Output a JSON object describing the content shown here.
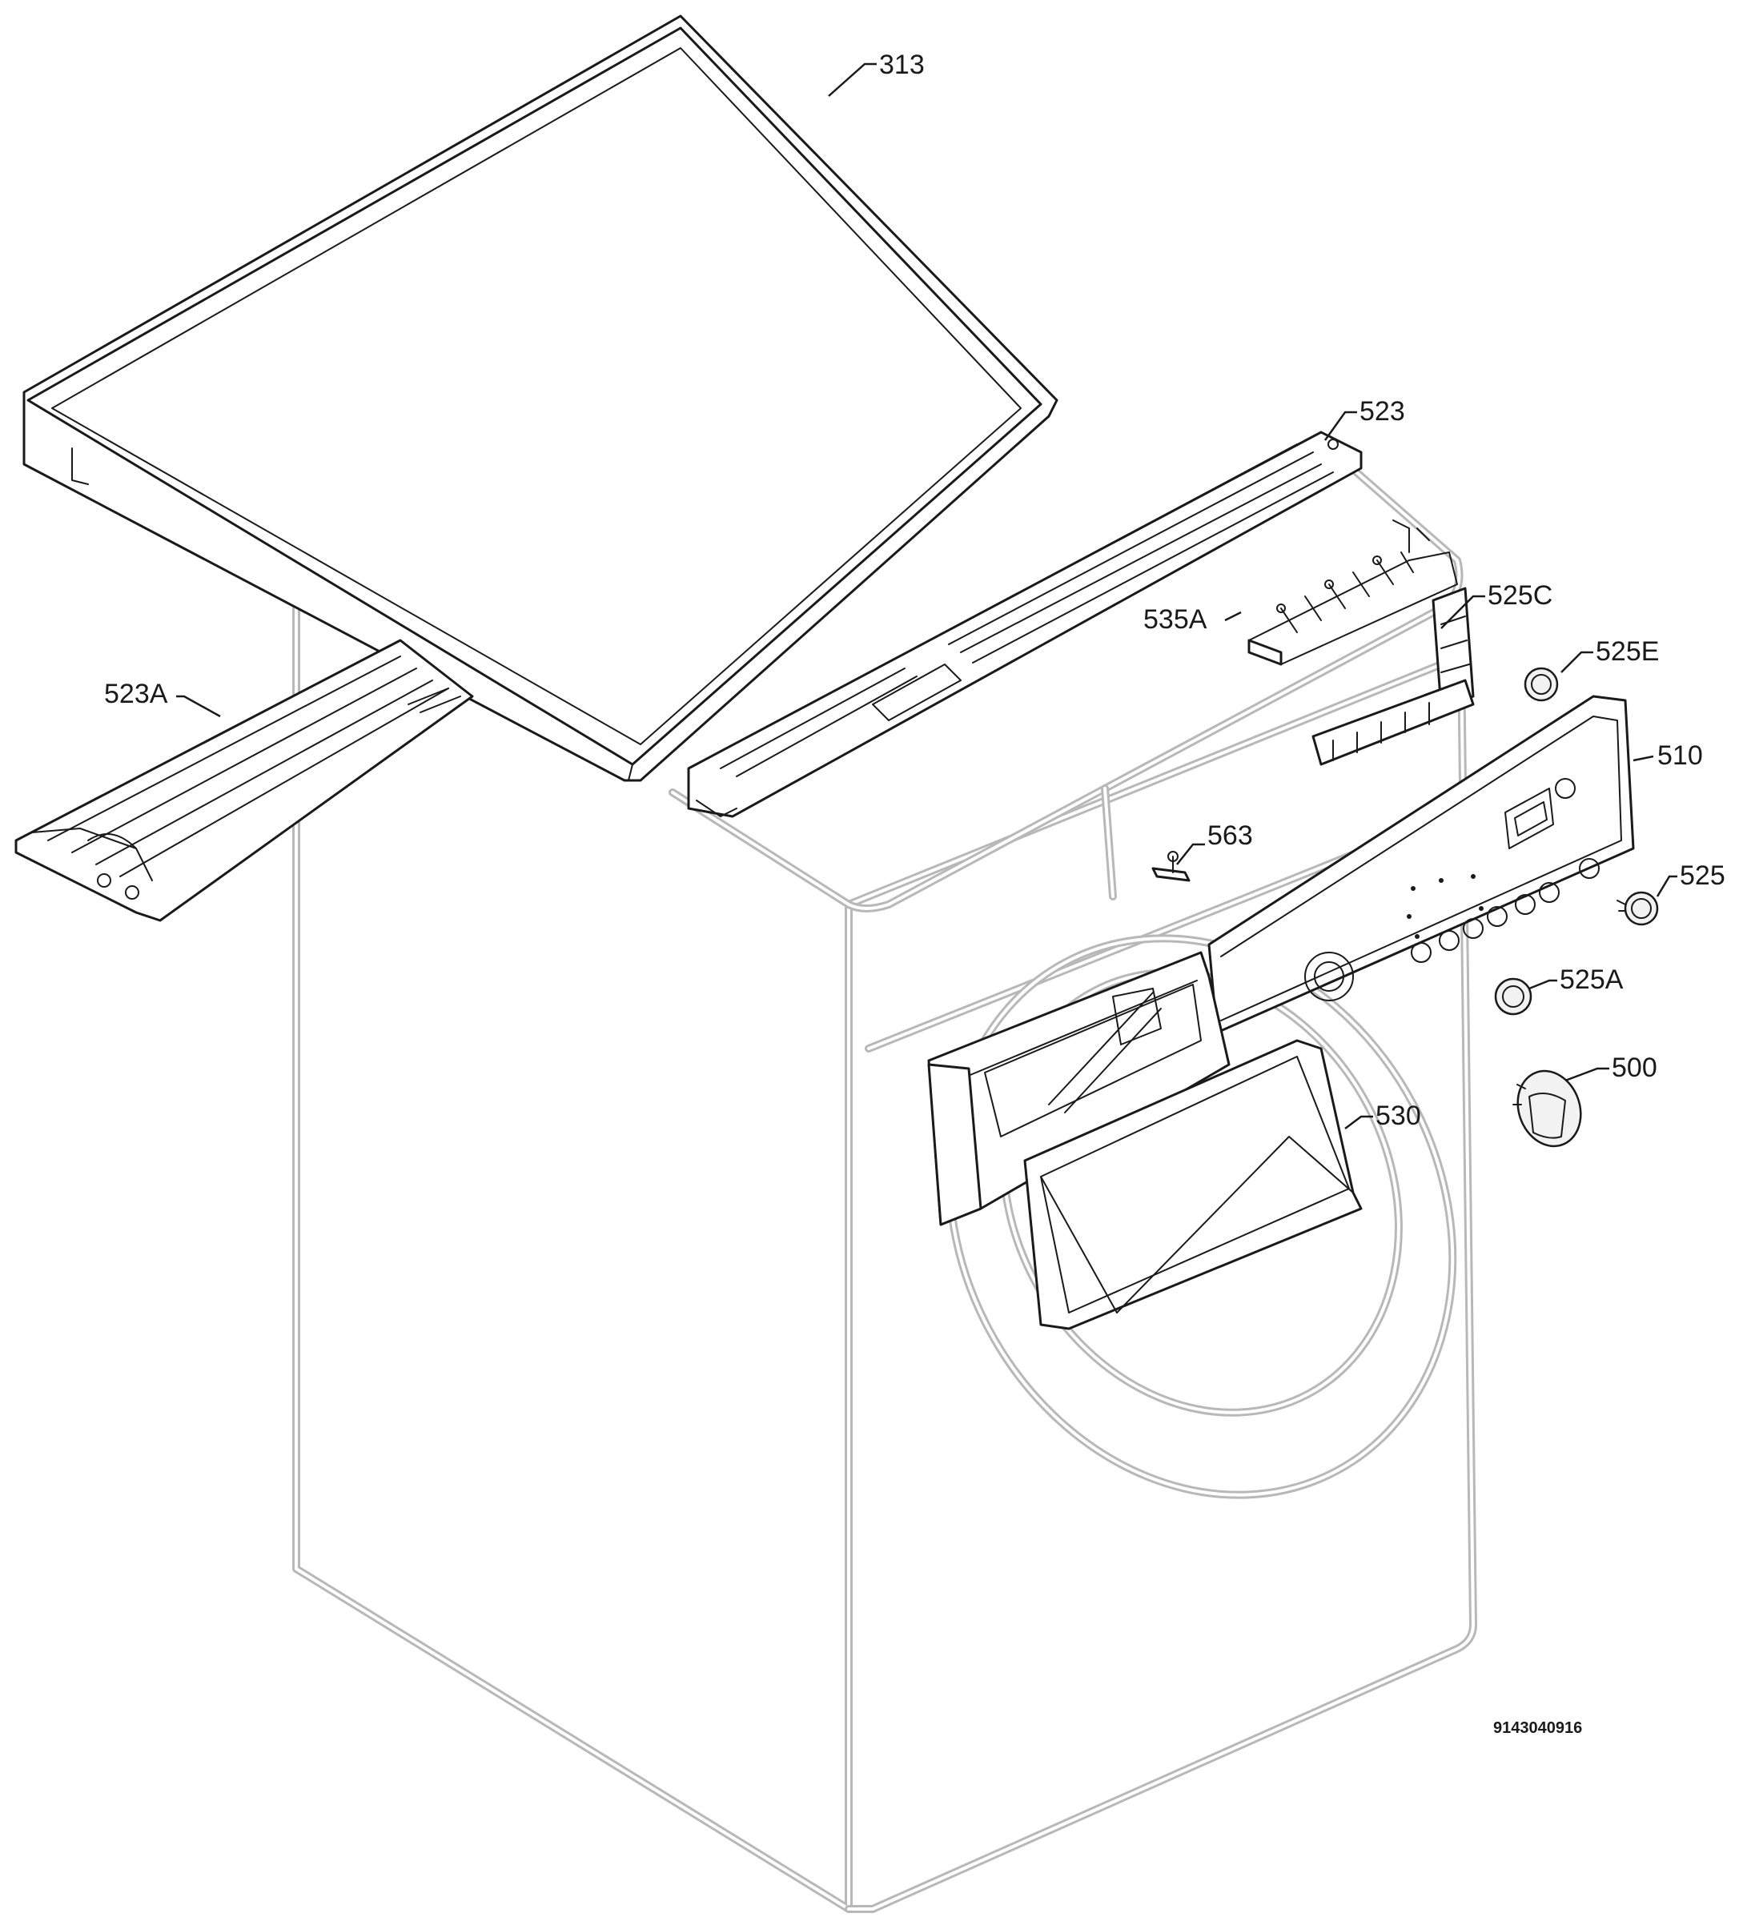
{
  "callouts": {
    "c313": "313",
    "c523": "523",
    "c523A": "523A",
    "c535A": "535A",
    "c525C": "525C",
    "c525E": "525E",
    "c510": "510",
    "c563": "563",
    "c525": "525",
    "c525A": "525A",
    "c500": "500",
    "c530": "530"
  },
  "document_number": "9143040916",
  "colors": {
    "line": "#1a1a1a",
    "ghost_cabinet": "#b8b8b8",
    "background": "#ffffff"
  }
}
